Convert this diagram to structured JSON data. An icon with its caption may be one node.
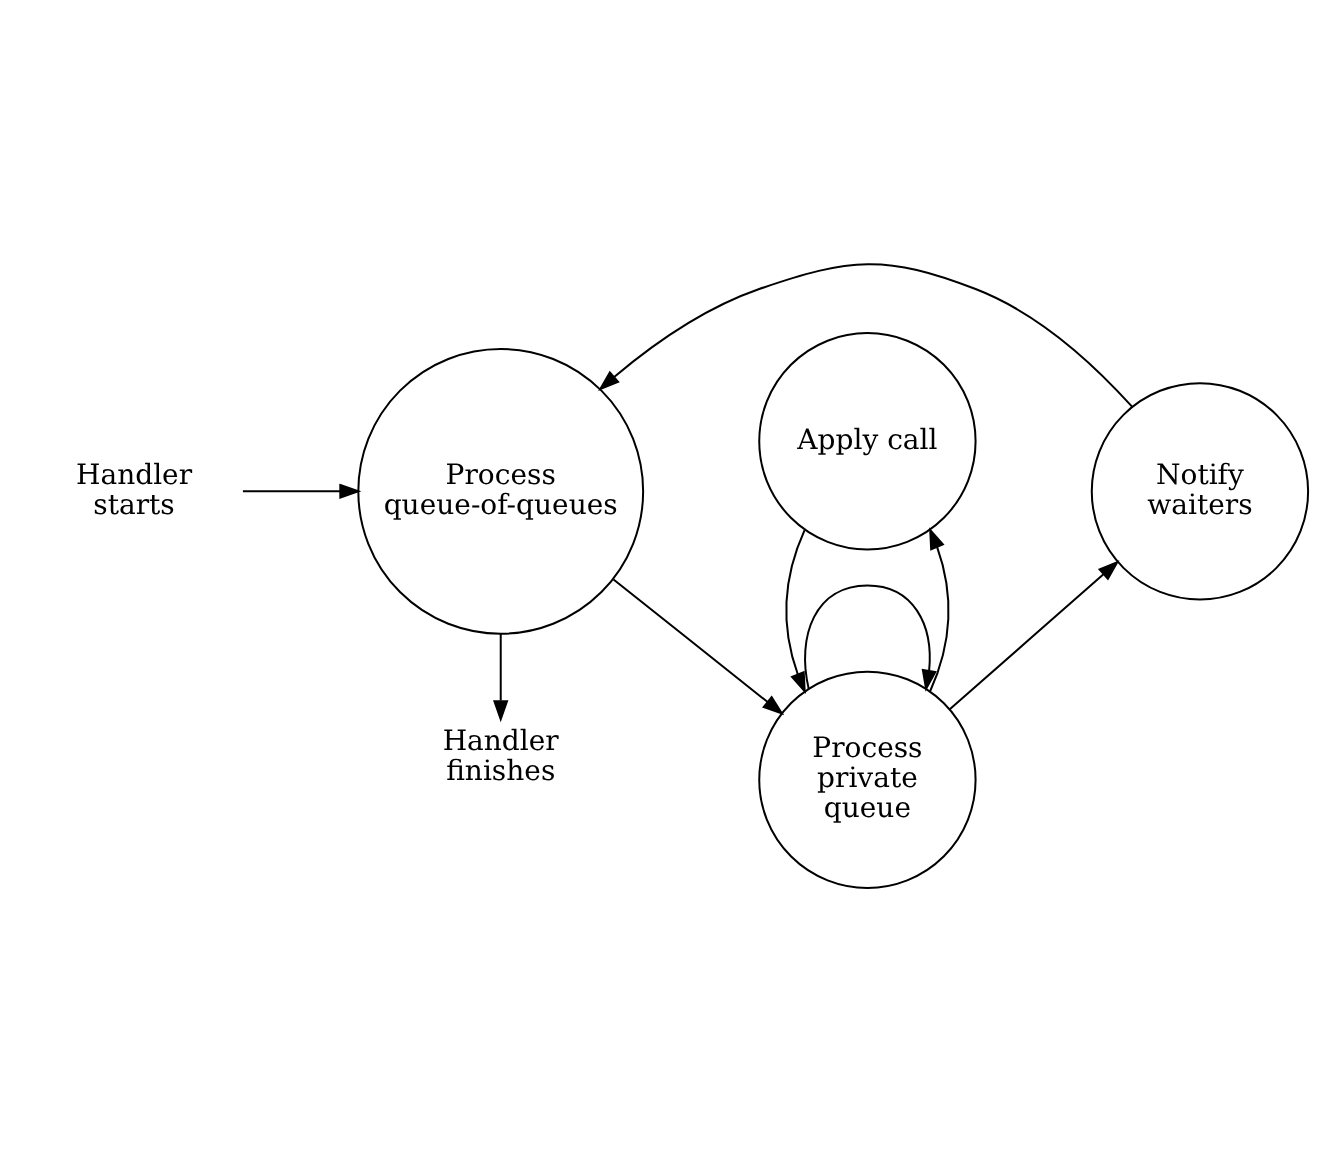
{
  "diagram": {
    "nodes": [
      {
        "text": [
          "Handler starts"
        ]
      },
      {
        "text": [
          "Process queue-of-queues"
        ]
      },
      {
        "text": [
          "Process private queue"
        ]
      },
      {
        "text": [
          "Handler finishes"
        ]
      },
      {
        "text": [
          "Notify waiters"
        ]
      },
      {
        "text": [
          "Apply call"
        ]
      }
    ],
    "edges": [
      {
        "from": 0,
        "to": 1,
        "arrow": "to"
      },
      {
        "from": 1,
        "to": 2,
        "arrow": "to"
      },
      {
        "from": 2,
        "to": 2,
        "arrow": "to"
      },
      {
        "from": 1,
        "to": 3,
        "arrow": "to"
      },
      {
        "from": 2,
        "to": 4,
        "arrow": "to"
      },
      {
        "from": 4,
        "to": 1,
        "arrow": "to"
      },
      {
        "from": 2,
        "to": 5,
        "arrow": "to"
      },
      {
        "from": 5,
        "to": 2,
        "arrow": "to"
      }
    ]
  }
}
